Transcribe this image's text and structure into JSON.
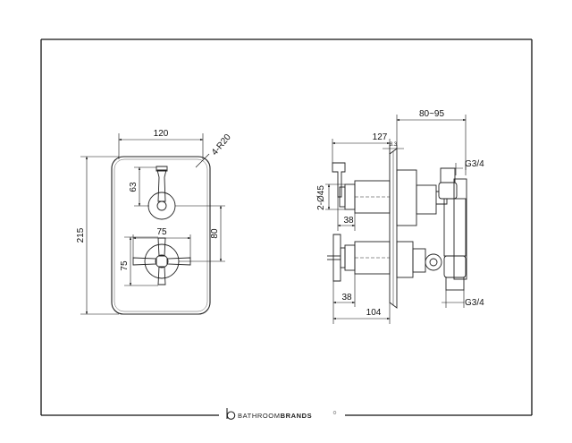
{
  "front_view": {
    "width_label": "120",
    "radius_label": "4-R20",
    "height_label": "215",
    "lever_height_label": "63",
    "cross_width_label": "75",
    "cross_height_label": "75",
    "centres_label": "80"
  },
  "side_view": {
    "projection_label": "80~95",
    "overall_label": "127",
    "plate_label": "8.3",
    "top_port_label": "G3/4",
    "bottom_port_label": "G3/4",
    "diameter_label": "2-Ø45",
    "upper_depth_label": "38",
    "lower_depth_label": "38",
    "base_label": "104"
  },
  "footer": {
    "brand_prefix": "BATHROOM",
    "brand_suffix": "BRANDS"
  }
}
